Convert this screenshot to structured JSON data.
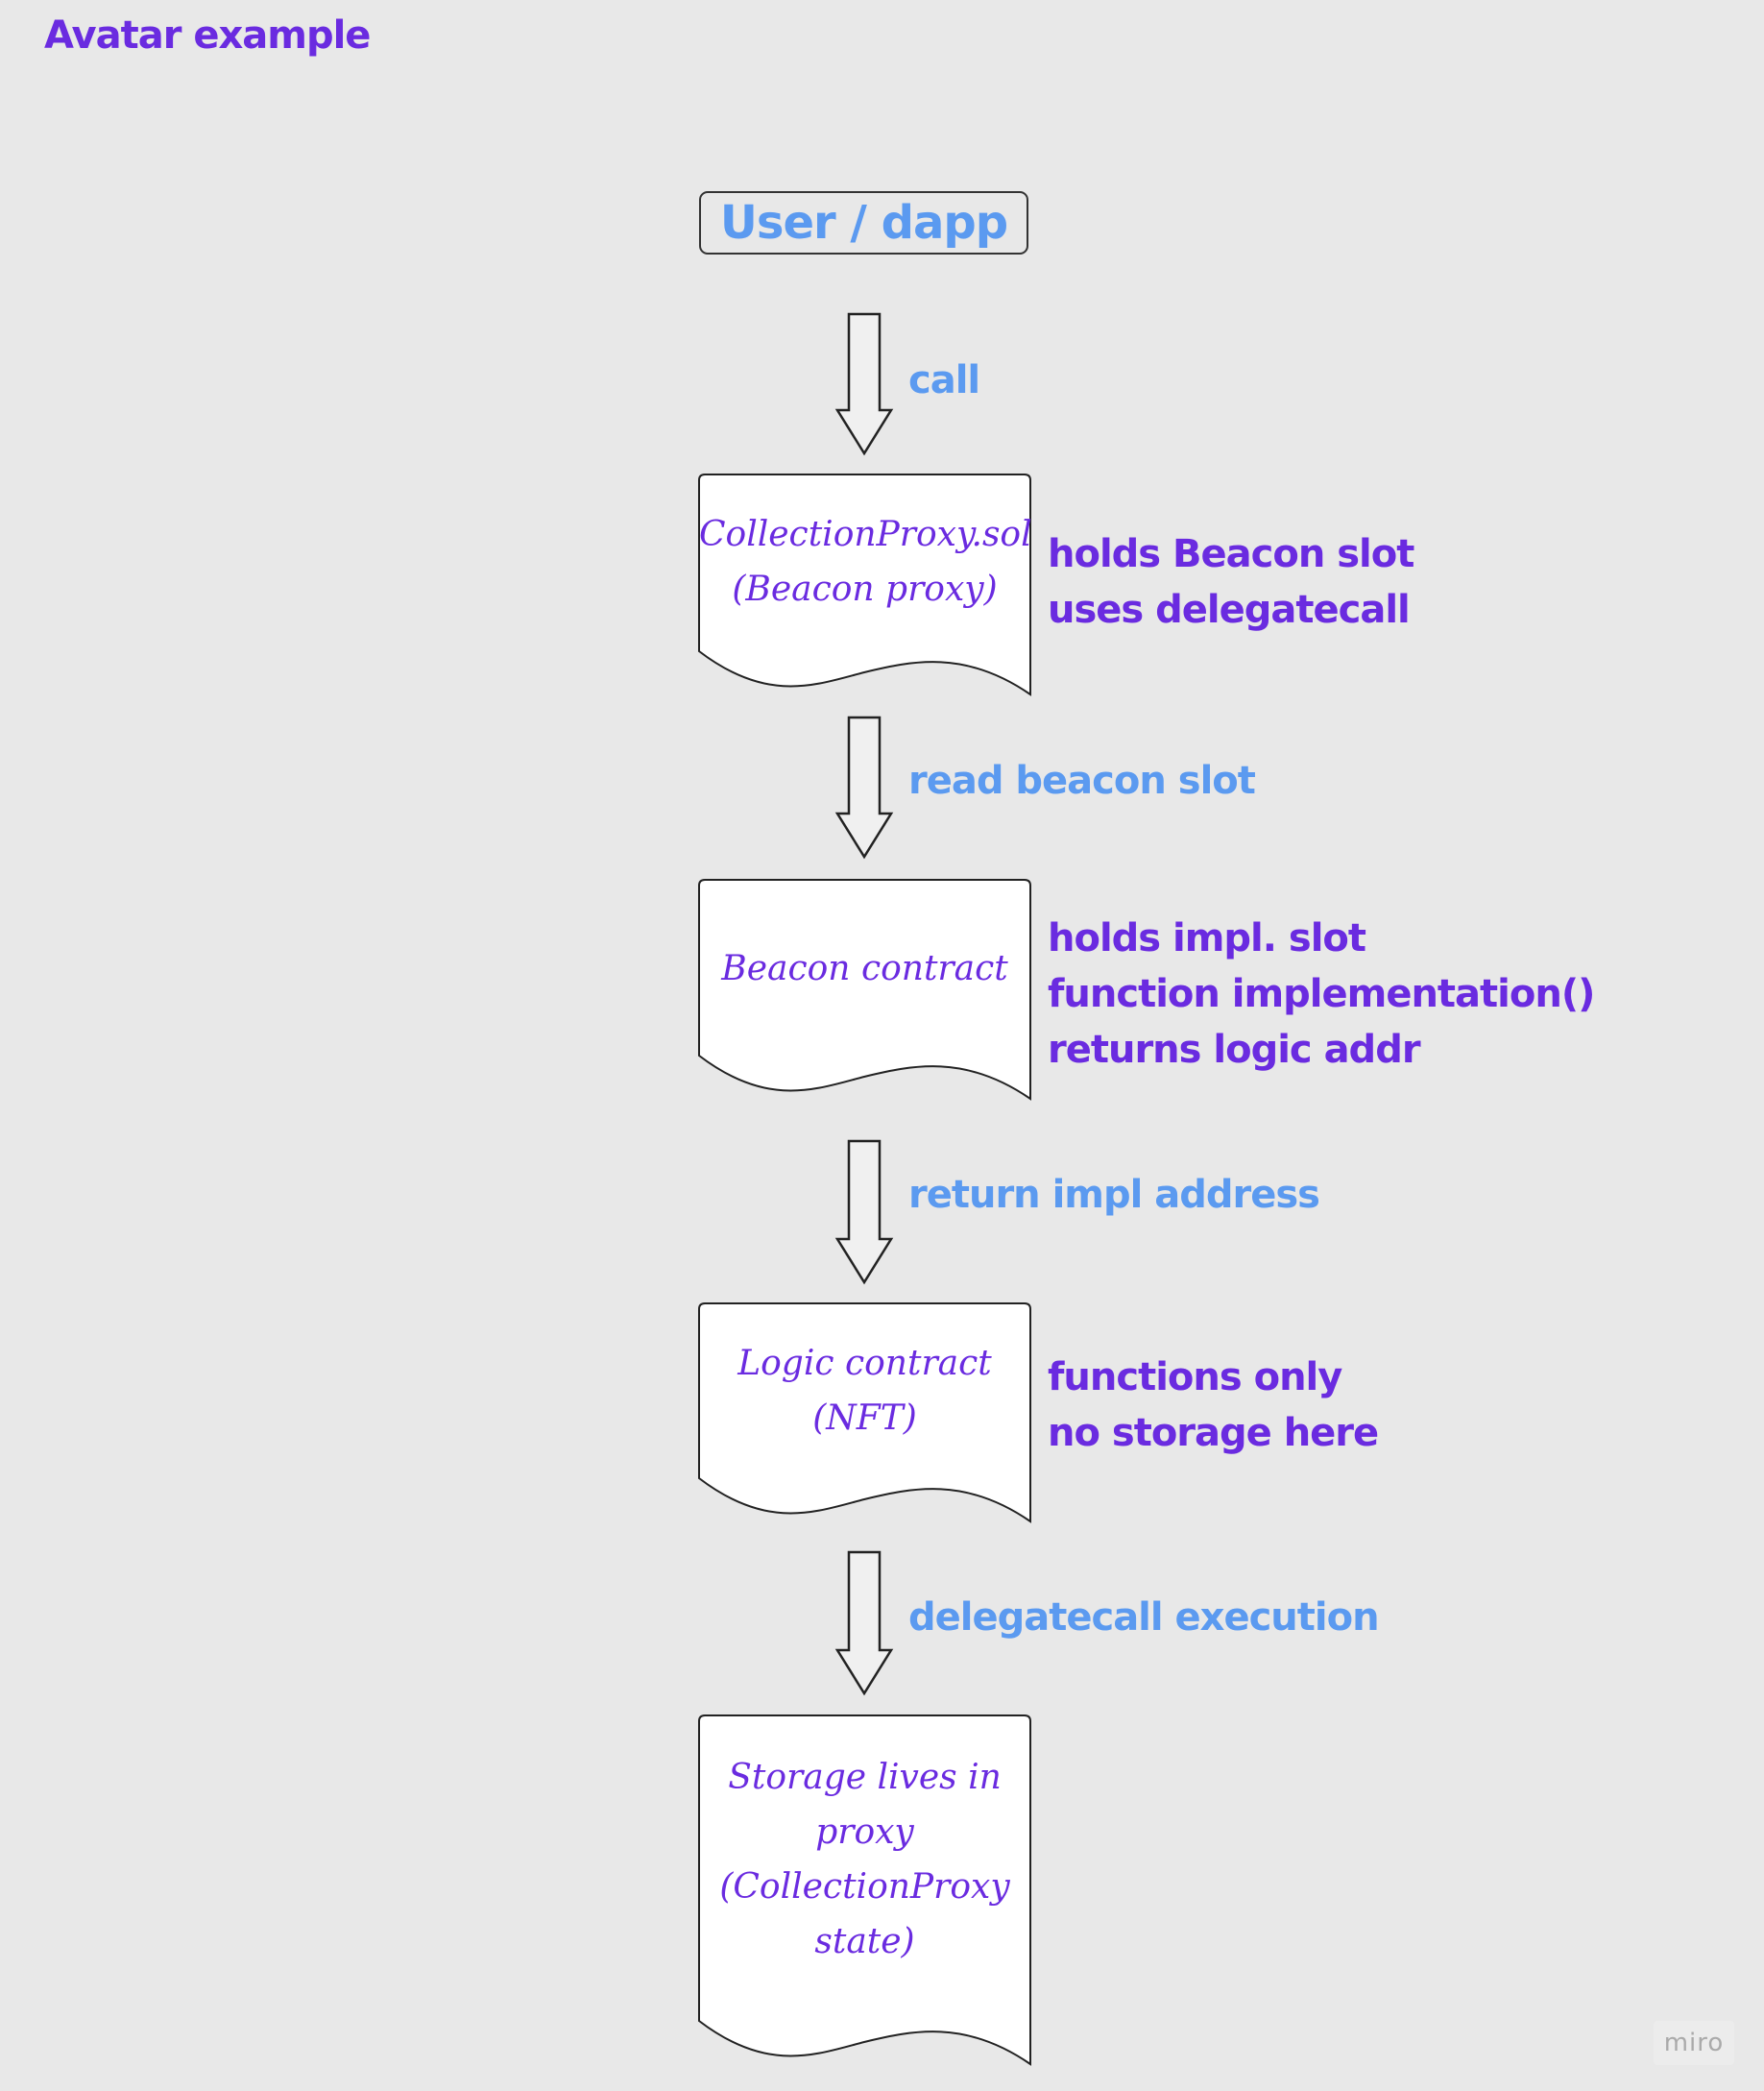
{
  "board": {
    "title": "Avatar example"
  },
  "nodes": {
    "user": {
      "label": "User / dapp"
    },
    "proxy": {
      "lines": [
        "CollectionProxy.sol",
        "(Beacon proxy)"
      ]
    },
    "beacon": {
      "lines": [
        "Beacon contract"
      ]
    },
    "logic": {
      "lines": [
        "Logic contract",
        "(NFT)"
      ]
    },
    "storage": {
      "lines": [
        "Storage lives in",
        "proxy",
        "(CollectionProxy",
        "state)"
      ]
    }
  },
  "edges": [
    {
      "label": "call"
    },
    {
      "label": "read beacon slot"
    },
    {
      "label": "return impl address"
    },
    {
      "label": "delegatecall execution"
    }
  ],
  "notes": {
    "proxy": [
      "holds Beacon slot",
      "uses delegatecall"
    ],
    "beacon": [
      "holds impl. slot",
      "function implementation()",
      "returns logic addr"
    ],
    "logic": [
      "functions only",
      "no storage here"
    ]
  },
  "watermark": "miro",
  "colors": {
    "background": "#e8e8e8",
    "purple_text": "#6a2be0",
    "blue_text": "#5b9af0",
    "shape_stroke": "#222222"
  }
}
